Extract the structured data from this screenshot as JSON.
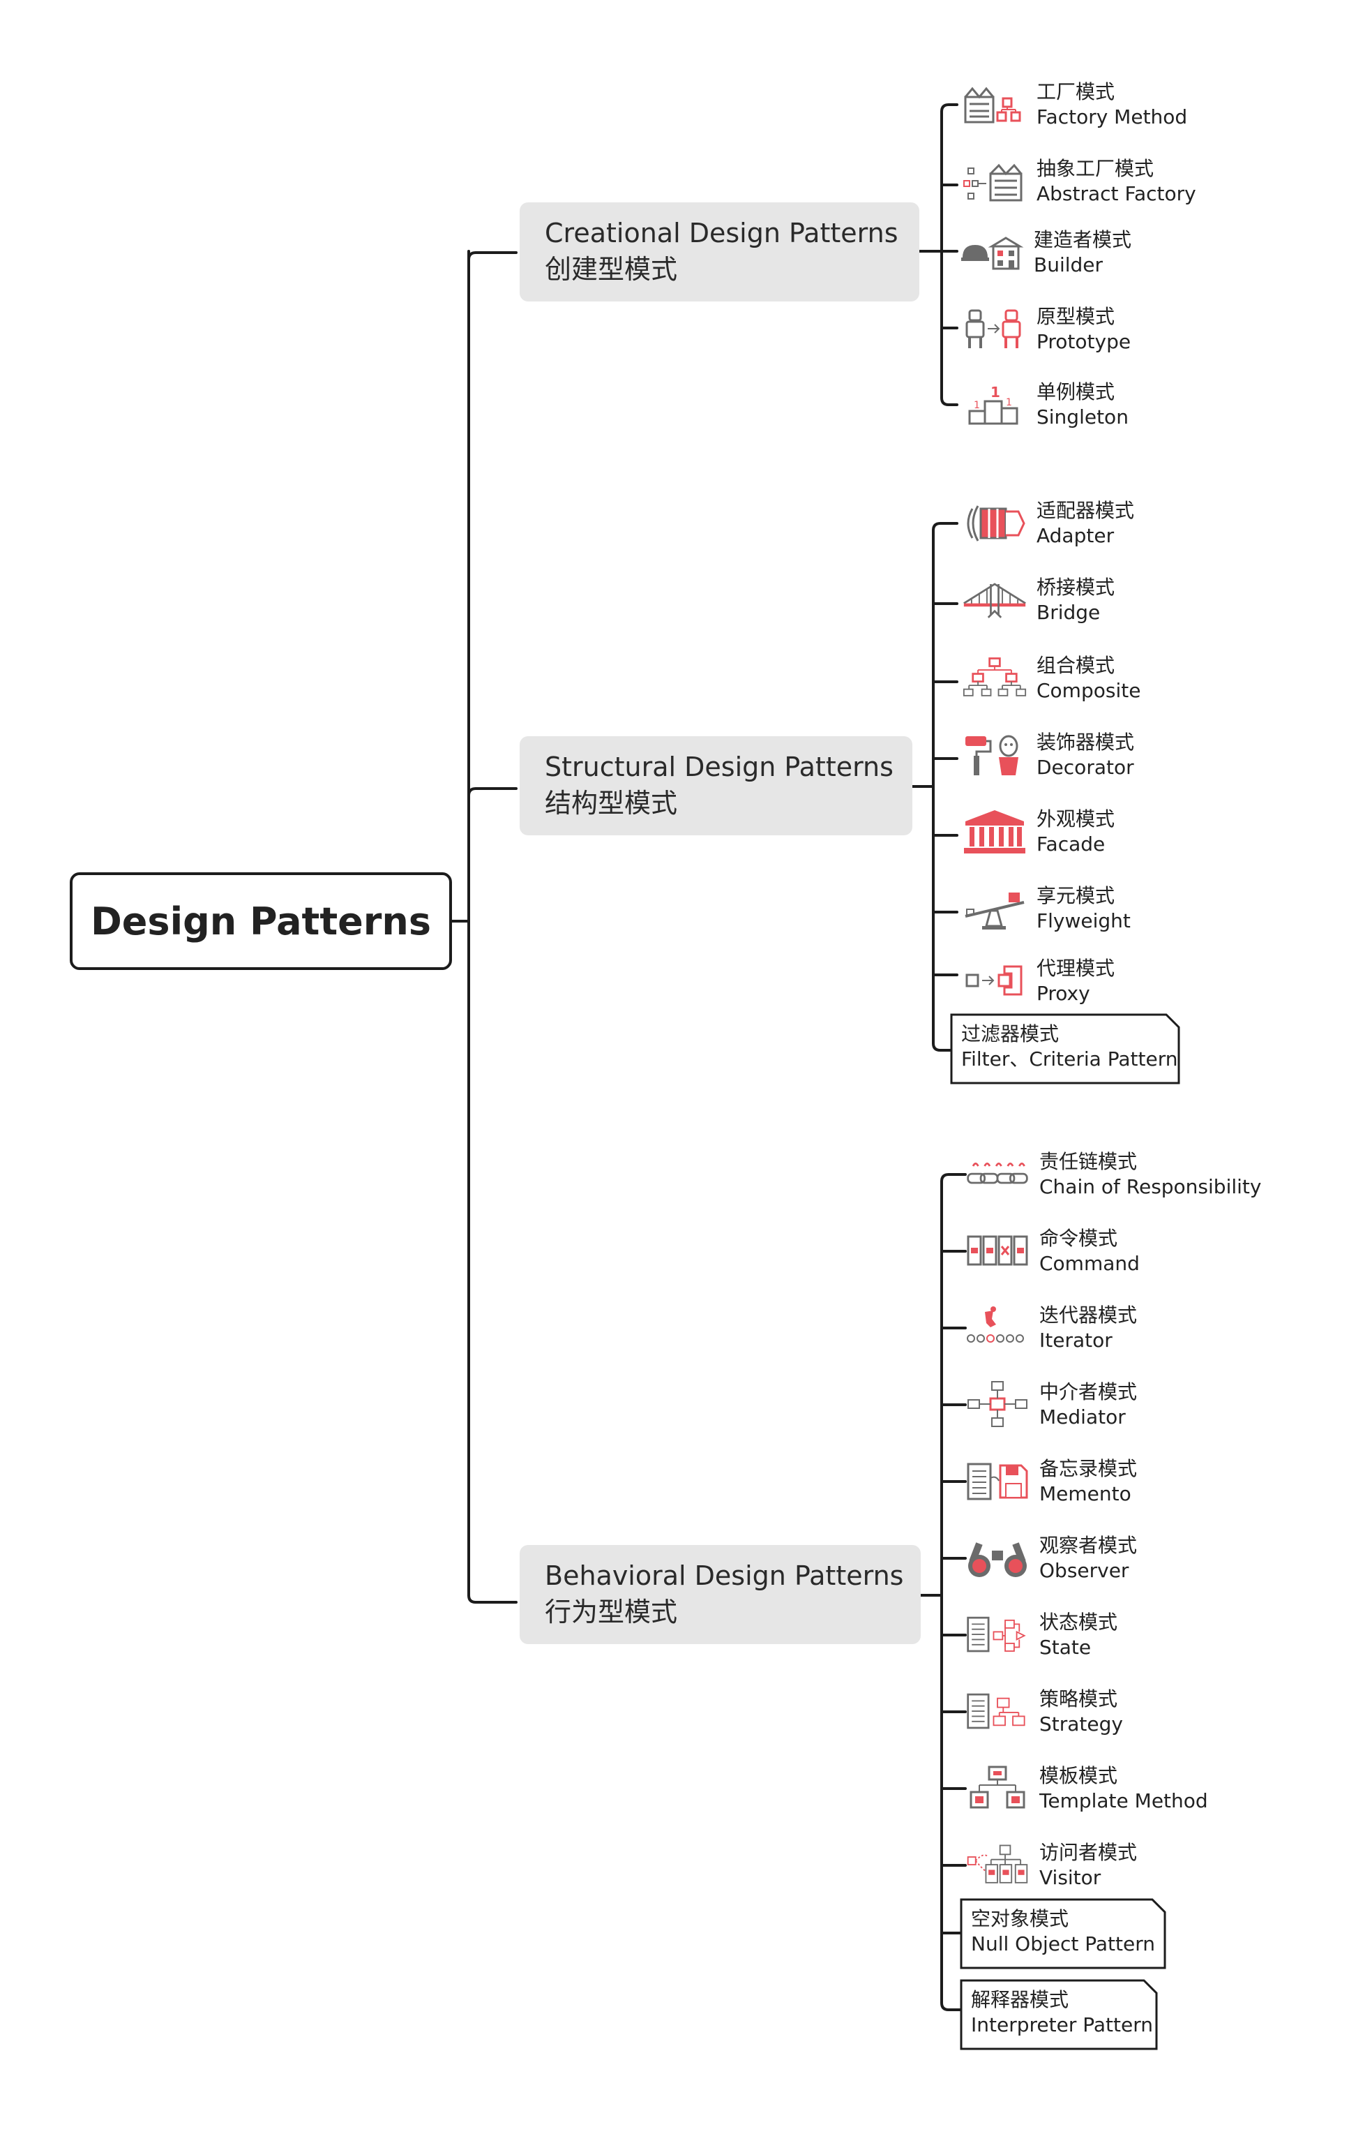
{
  "root": {
    "label": "Design Patterns"
  },
  "categories": [
    {
      "en": "Creational Design Patterns",
      "zh": "创建型模式",
      "items": [
        {
          "zh": "工厂模式",
          "en": "Factory Method",
          "icon": "factory-icon"
        },
        {
          "zh": "抽象工厂模式",
          "en": "Abstract Factory",
          "icon": "abstract-factory-icon"
        },
        {
          "zh": "建造者模式",
          "en": "Builder",
          "icon": "builder-icon"
        },
        {
          "zh": "原型模式",
          "en": "Prototype",
          "icon": "prototype-icon"
        },
        {
          "zh": "单例模式",
          "en": "Singleton",
          "icon": "singleton-icon"
        }
      ]
    },
    {
      "en": "Structural Design Patterns",
      "zh": "结构型模式",
      "items": [
        {
          "zh": "适配器模式",
          "en": "Adapter",
          "icon": "adapter-icon"
        },
        {
          "zh": "桥接模式",
          "en": "Bridge",
          "icon": "bridge-icon"
        },
        {
          "zh": "组合模式",
          "en": "Composite",
          "icon": "composite-icon"
        },
        {
          "zh": "装饰器模式",
          "en": "Decorator",
          "icon": "decorator-icon"
        },
        {
          "zh": "外观模式",
          "en": "Facade",
          "icon": "facade-icon"
        },
        {
          "zh": "享元模式",
          "en": "Flyweight",
          "icon": "flyweight-icon"
        },
        {
          "zh": "代理模式",
          "en": "Proxy",
          "icon": "proxy-icon"
        }
      ],
      "note": {
        "zh": "过滤器模式",
        "en": "Filter、Criteria Pattern"
      }
    },
    {
      "en": "Behavioral Design Patterns",
      "zh": "行为型模式",
      "items": [
        {
          "zh": "责任链模式",
          "en": "Chain of Responsibility",
          "icon": "chain-icon"
        },
        {
          "zh": "命令模式",
          "en": "Command",
          "icon": "command-icon"
        },
        {
          "zh": "迭代器模式",
          "en": "Iterator",
          "icon": "iterator-icon"
        },
        {
          "zh": "中介者模式",
          "en": "Mediator",
          "icon": "mediator-icon"
        },
        {
          "zh": "备忘录模式",
          "en": "Memento",
          "icon": "memento-icon"
        },
        {
          "zh": "观察者模式",
          "en": "Observer",
          "icon": "binoculars-icon"
        },
        {
          "zh": "状态模式",
          "en": "State",
          "icon": "state-icon"
        },
        {
          "zh": "策略模式",
          "en": "Strategy",
          "icon": "strategy-icon"
        },
        {
          "zh": "模板模式",
          "en": "Template Method",
          "icon": "template-icon"
        },
        {
          "zh": "访问者模式",
          "en": "Visitor",
          "icon": "visitor-icon"
        }
      ],
      "notes": [
        {
          "zh": "空对象模式",
          "en": "Null Object Pattern"
        },
        {
          "zh": "解释器模式",
          "en": "Interpreter Pattern"
        }
      ]
    }
  ],
  "colors": {
    "accent": "#e8515a",
    "gray": "#6b6b6b",
    "line": "#1c1c1c",
    "box": "#e6e6e6"
  }
}
